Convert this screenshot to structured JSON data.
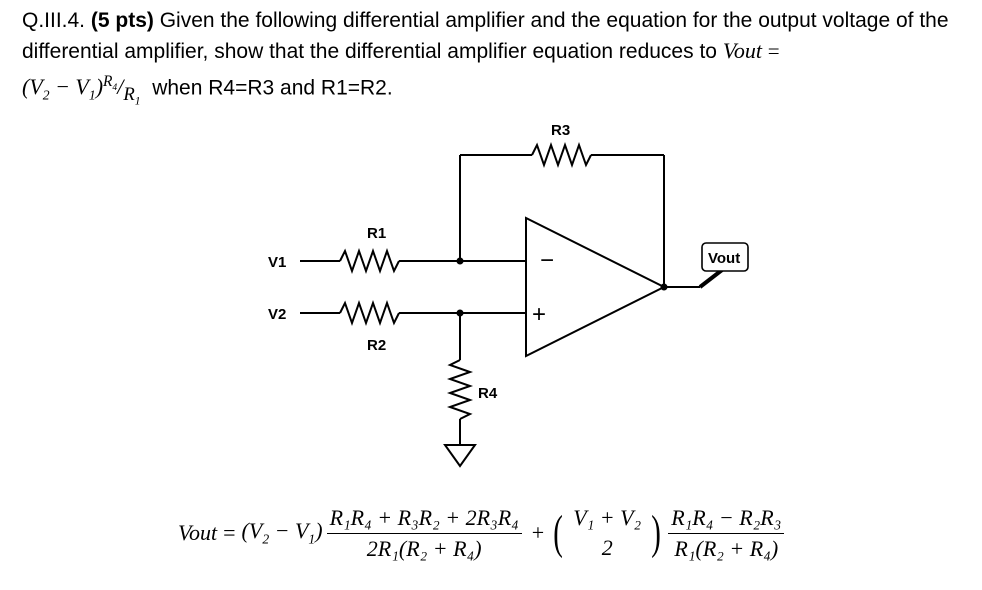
{
  "question": {
    "number": "Q.III.4.",
    "points": "(5 pts)",
    "text_before": "Given the following differential amplifier and the equation for the output voltage of the differential amplifier, show that the differential amplifier equation reduces to",
    "target_lhs": "Vout",
    "target_eq": "=",
    "condition": "when R4=R3 and R1=R2."
  },
  "circuit": {
    "labels": {
      "r1": "R1",
      "r2": "R2",
      "r3": "R3",
      "r4": "R4",
      "v1": "V1",
      "v2": "V2",
      "vout": "Vout",
      "minus": "−",
      "plus": "+"
    }
  },
  "equation": {
    "lhs": "Vout",
    "eq": "=",
    "term1_prefix": "(V",
    "frac1_num": "R₁R₄ + R₃R₂ + 2R₃R₄",
    "frac1_den": "2R₁(R₂ + R₄)",
    "plus": "+",
    "frac2_num": "V₁ + V₂",
    "frac2_den": "2",
    "frac3_num": "R₁R₄ − R₂R₃",
    "frac3_den": "R₁(R₂ + R₄)"
  }
}
